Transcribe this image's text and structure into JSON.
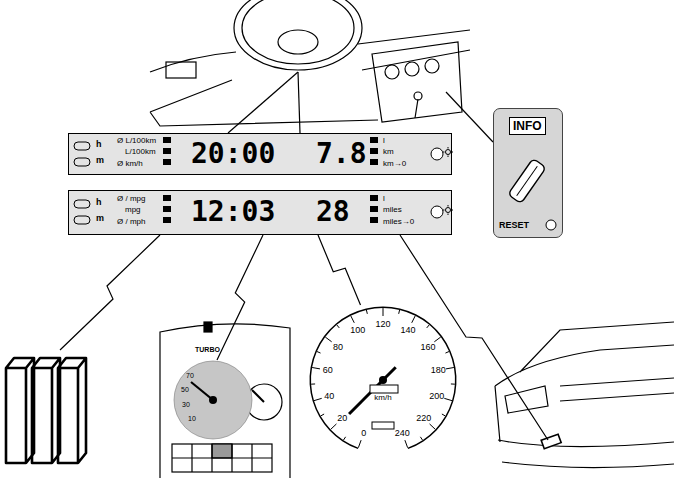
{
  "diagram": {
    "nodes": [
      {
        "text": [
          "h",
          "m",
          "Ø L/100km",
          "L/100km",
          "Ø km/h",
          "20:00",
          "7.8",
          "l",
          "km",
          "km→0"
        ]
      },
      {
        "text": [
          "h",
          "m",
          "Ø / mpg",
          "mpg",
          "Ø / mph",
          "12:03",
          "28",
          "l",
          "miles",
          "miles→0"
        ]
      },
      {
        "text": [
          "INFO",
          "RESET"
        ]
      },
      {
        "text": [
          "TURBO",
          "70",
          "50",
          "30",
          "10"
        ]
      },
      {
        "text": [
          "0",
          "20",
          "40",
          "60",
          "80",
          "100",
          "120",
          "140",
          "160",
          "180",
          "200",
          "220",
          "240",
          "km/h"
        ]
      }
    ],
    "edges": [
      {
        "from": 1,
        "to": 3,
        "arrow": "none"
      },
      {
        "from": 1,
        "to": 4,
        "arrow": "none"
      }
    ]
  }
}
